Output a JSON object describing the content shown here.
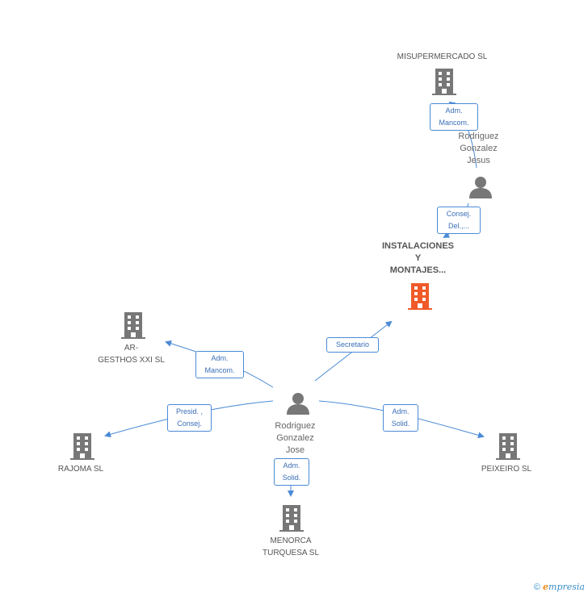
{
  "companies": {
    "misupermercado": "MISUPERMERCADO SL",
    "instalaciones": "INSTALACIONES\nY\nMONTAJES...",
    "argesthos": "AR-\nGESTHOS XXI SL",
    "rajoma": "RAJOMA SL",
    "menorca": "MENORCA\nTURQUESA  SL",
    "peixeiro": "PEIXEIRO SL"
  },
  "persons": {
    "jesus": "Rodriguez\nGonzalez\nJesus",
    "jose": "Rodriguez\nGonzalez\nJose"
  },
  "relations": {
    "misuper_jesus": "Adm.\nMancom.",
    "jesus_instal": "Consej.\nDel.,...",
    "jose_instal": "Secretario",
    "jose_argesthos": "Adm.\nMancom.",
    "jose_rajoma": "Presid. ,\nConsej.",
    "jose_menorca": "Adm.\nSolid.",
    "jose_peixeiro": "Adm.\nSolid."
  },
  "colors": {
    "edge": "#4a8ad6",
    "building": "#777777",
    "focus_building": "#f05a28",
    "person": "#777777"
  },
  "footer": {
    "copyright": "©",
    "brand_e": "e",
    "brand_rest": "mpresia"
  }
}
